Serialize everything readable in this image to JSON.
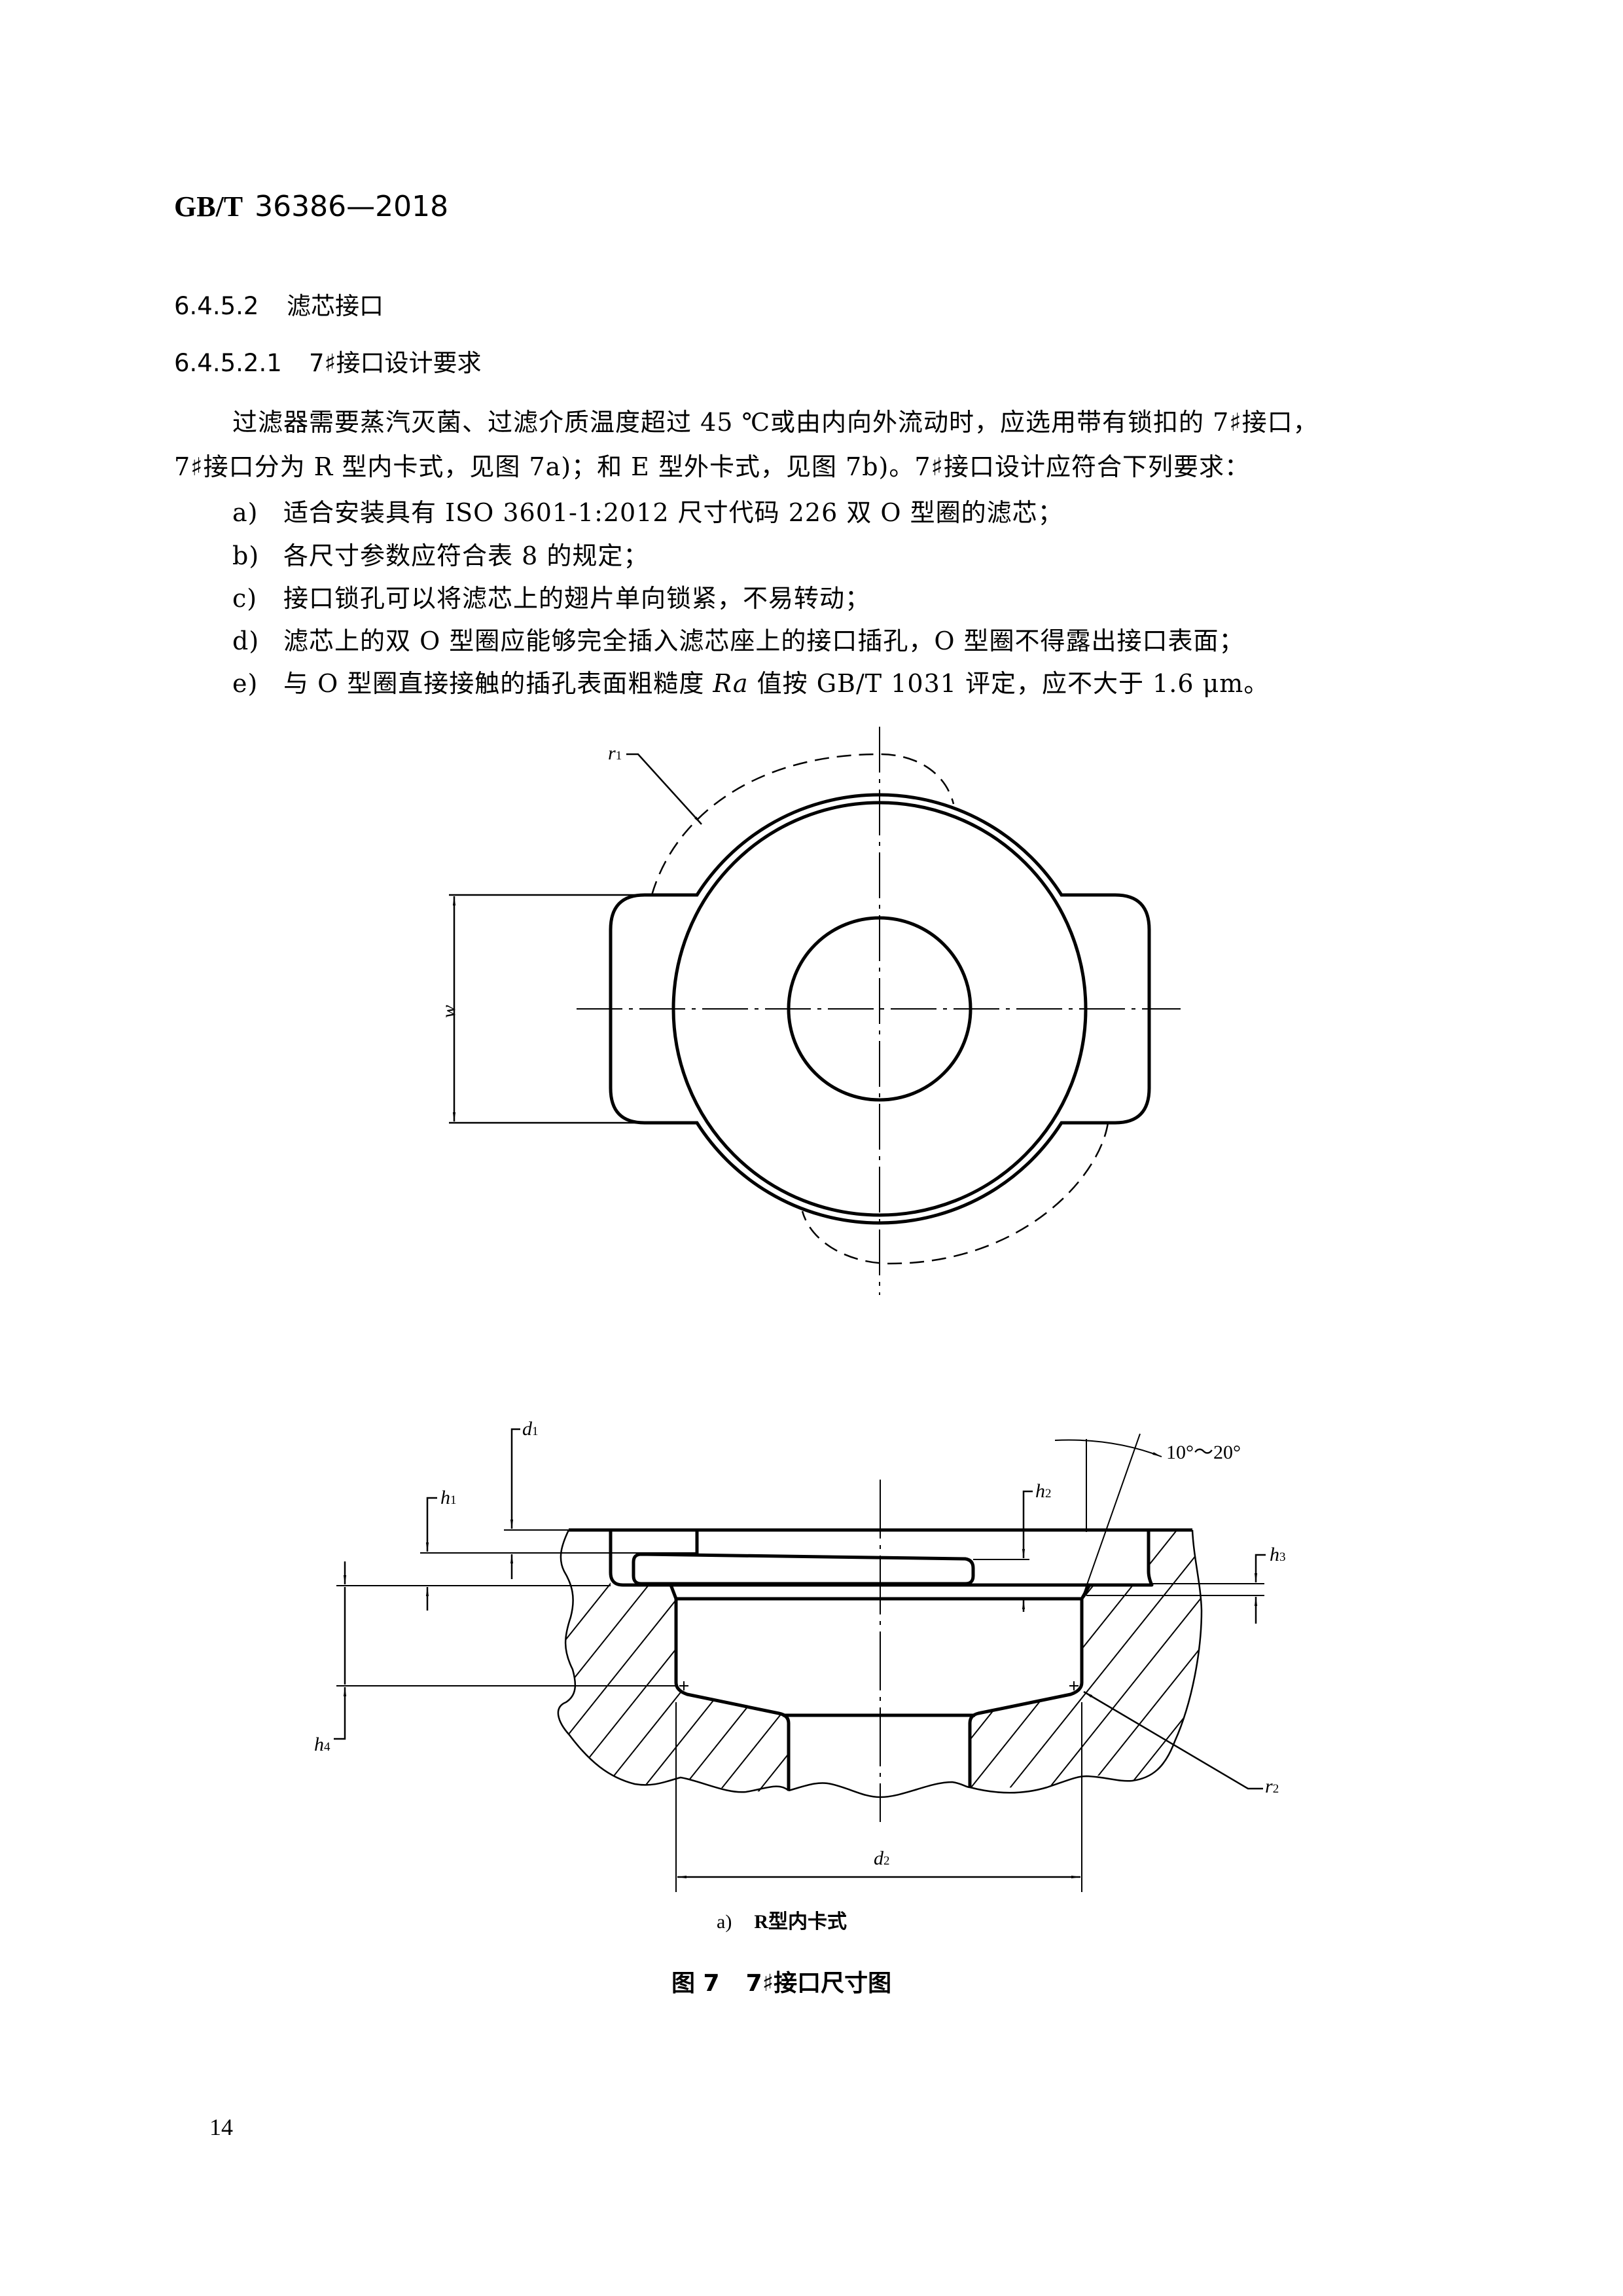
{
  "header": {
    "standard_prefix": "GB/T",
    "standard_number": "36386—2018"
  },
  "sections": [
    {
      "number": "6.4.5.2",
      "title": "滤芯接口"
    },
    {
      "number": "6.4.5.2.1",
      "title": "7♯接口设计要求"
    }
  ],
  "intro": {
    "line1": "过滤器需要蒸汽灭菌、过滤介质温度超过 45 ℃或由内向外流动时，应选用带有锁扣的 7♯接口，",
    "line2": "7♯接口分为 R 型内卡式，见图 7a)；和 E 型外卡式，见图 7b)。7♯接口设计应符合下列要求："
  },
  "requirements": [
    {
      "label": "a)",
      "text": "适合安装具有 ISO 3601-1:2012 尺寸代码 226 双 O 型圈的滤芯；"
    },
    {
      "label": "b)",
      "text": "各尺寸参数应符合表 8 的规定；"
    },
    {
      "label": "c)",
      "text": "接口锁孔可以将滤芯上的翅片单向锁紧，不易转动；"
    },
    {
      "label": "d)",
      "text": "滤芯上的双 O 型圈应能够完全插入滤芯座上的接口插孔，O 型圈不得露出接口表面；"
    },
    {
      "label": "e)",
      "text_before": "与 O 型圈直接接触的插孔表面粗糙度 ",
      "symbol": "Ra",
      "text_after": " 值按 GB/T 1031 评定，应不大于 1.6 μm。"
    }
  ],
  "figure": {
    "plan_view": {
      "labels": {
        "r1_main": "r",
        "r1_sub": "1",
        "w": "w"
      }
    },
    "section_view": {
      "labels": {
        "d1_main": "d",
        "d1_sub": "1",
        "d2_main": "d",
        "d2_sub": "2",
        "h1_main": "h",
        "h1_sub": "1",
        "h2_main": "h",
        "h2_sub": "2",
        "h3_main": "h",
        "h3_sub": "3",
        "h4_main": "h",
        "h4_sub": "4",
        "r2_main": "r",
        "r2_sub": "2",
        "angle": "10°～20°"
      }
    },
    "subcaption": {
      "label": "a)",
      "type_letter": "R",
      "type_text": "型内卡式"
    },
    "caption": {
      "number": "图 7",
      "title": "7♯接口尺寸图"
    }
  },
  "page_number": "14"
}
